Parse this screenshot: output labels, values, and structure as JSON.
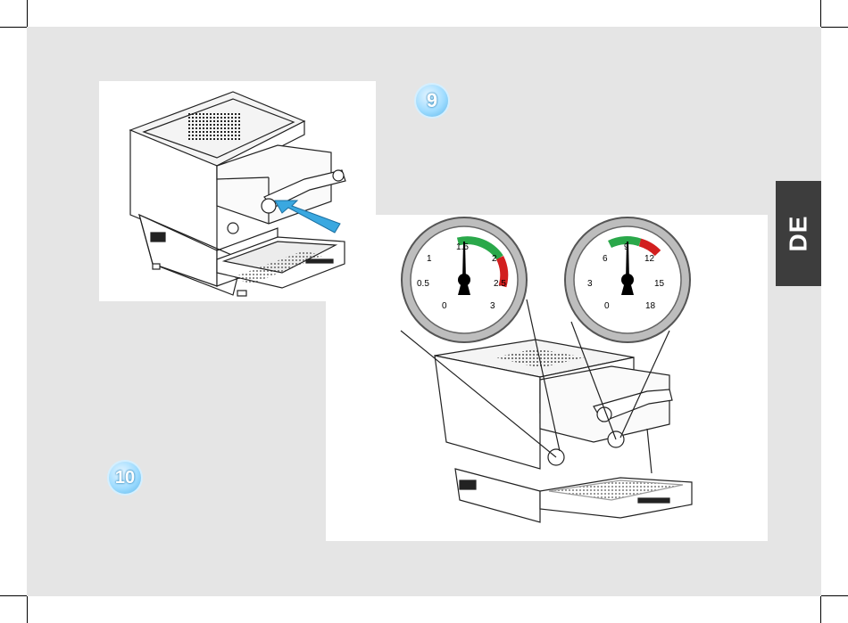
{
  "steps": {
    "nine": "9",
    "ten": "10"
  },
  "language_tab": "DE",
  "gauge_left": {
    "ticks": [
      "0",
      "0.5",
      "1",
      "1.5",
      "2",
      "2.5",
      "3"
    ]
  },
  "gauge_right": {
    "ticks": [
      "0",
      "3",
      "6",
      "9",
      "12",
      "15",
      "18"
    ]
  },
  "colors": {
    "page_background": "#e5e5e5",
    "step_badge": "#8fd3ff",
    "arrow": "#3aa8e0",
    "gauge_green": "#2aa84a",
    "gauge_red": "#d21f1f",
    "language_tab": "#3d3d3d"
  }
}
